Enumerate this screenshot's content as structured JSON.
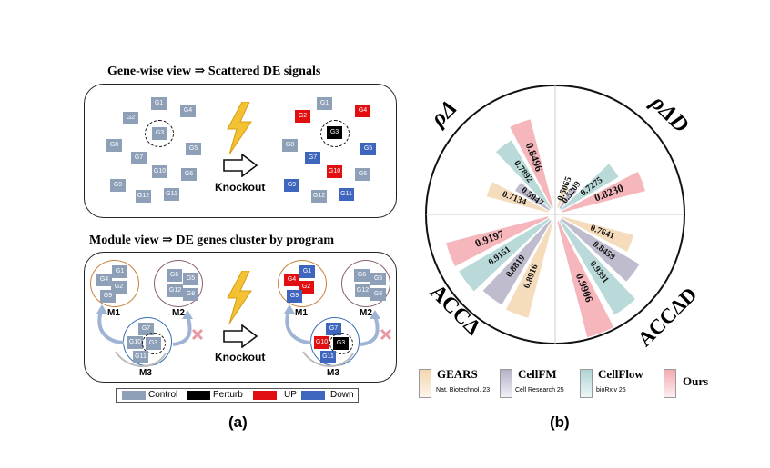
{
  "panel_a": {
    "top_title": "Gene-wise view  ⇒  Scattered DE signals",
    "bottom_title": "Module view ⇒ DE genes cluster by program",
    "knockout_label": "Knockout",
    "modules": [
      "M1",
      "M2",
      "M3"
    ],
    "legend": [
      {
        "label": "Control",
        "color": "#8e9fb8"
      },
      {
        "label": "Perturb",
        "color": "#000000"
      },
      {
        "label": "UP",
        "color": "#e10f0f"
      },
      {
        "label": "Down",
        "color": "#3f66bf"
      }
    ],
    "caption": "(a)"
  },
  "panel_b": {
    "axis_labels": {
      "top_left": "ρΔ",
      "top_right": "ρΔD",
      "bottom_left": "ACCΔ",
      "bottom_right": "ACCΔD"
    },
    "caption": "(b)"
  },
  "chart_data": {
    "type": "polar-bar",
    "groups": [
      "ρΔD",
      "ACCΔD",
      "ACCΔ",
      "ρΔ"
    ],
    "series": [
      {
        "name": "GEARS",
        "color": "#f3d6b0",
        "values": [
          0.5065,
          0.7641,
          0.8916,
          0.7134
        ]
      },
      {
        "name": "CellFM",
        "color": "#b4b0c6",
        "values": [
          0.5209,
          0.8459,
          0.8819,
          0.5947
        ]
      },
      {
        "name": "CellFlow",
        "color": "#aed3d4",
        "values": [
          0.7275,
          0.9391,
          0.9151,
          0.7892
        ]
      },
      {
        "name": "Ours",
        "color": "#f3aab0",
        "values": [
          0.823,
          0.9906,
          0.9197,
          0.8496
        ]
      }
    ],
    "legend": [
      {
        "name": "GEARS",
        "source": "Nat. Biotechnol. 23"
      },
      {
        "name": "CellFM",
        "source": "Cell Research 25"
      },
      {
        "name": "CellFlow",
        "source": "bioRxiv 25"
      },
      {
        "name": "Ours",
        "source": ""
      }
    ]
  }
}
